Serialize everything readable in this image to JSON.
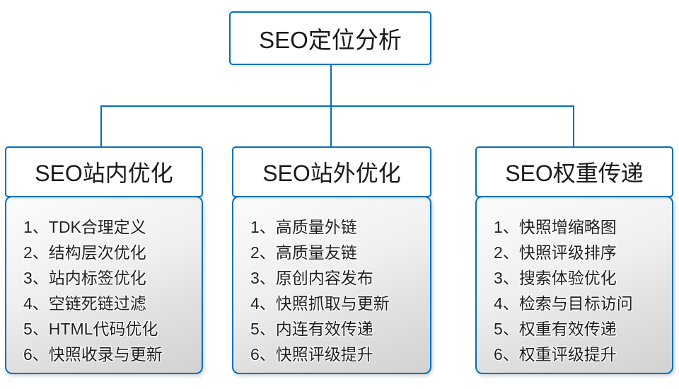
{
  "root": {
    "label": "SEO定位分析"
  },
  "branches": [
    {
      "title": "SEO站内优化",
      "items": [
        "1、TDK合理定义",
        "2、结构层次优化",
        "3、站内标签优化",
        "4、空链死链过滤",
        "5、HTML代码优化",
        "6、快照收录与更新"
      ]
    },
    {
      "title": "SEO站外优化",
      "items": [
        "1、高质量外链",
        "2、高质量友链",
        "3、原创内容发布",
        "4、快照抓取与更新",
        "5、内连有效传递",
        "6、快照评级提升"
      ]
    },
    {
      "title": "SEO权重传递",
      "items": [
        "1、快照增缩略图",
        "2、快照评级排序",
        "3、搜索体验优化",
        "4、检索与目标访问",
        "5、权重有效传递",
        "6、权重评级提升"
      ]
    }
  ],
  "colors": {
    "connector_line": "#0070C0",
    "box_border": "#0070C0",
    "text": "#1a1a1a",
    "panel_gradient_top": "#fcfcfc",
    "panel_gradient_bottom": "#d2d2d2",
    "background": "#ffffff"
  }
}
